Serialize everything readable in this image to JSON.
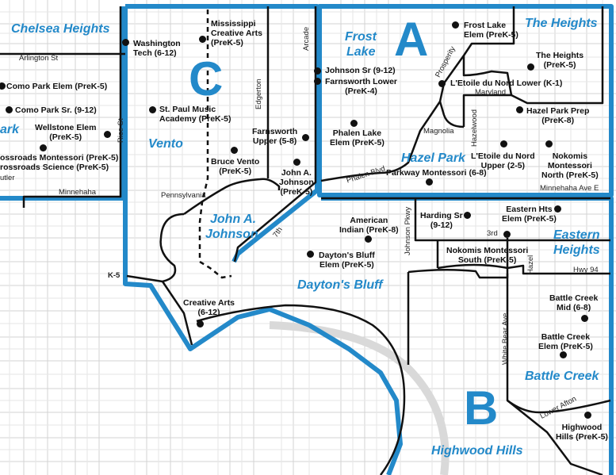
{
  "map": {
    "zone_letters": {
      "a": "A",
      "b": "B",
      "c": "C"
    },
    "neighborhoods": {
      "chelsea_heights": "Chelsea Heights",
      "frost_lake_1": "Frost",
      "frost_lake_2": "Lake",
      "the_heights": "The Heights",
      "como_park": "ark",
      "vento": "Vento",
      "hazel_park": "Hazel Park",
      "john_a_johnson_1": "John A.",
      "john_a_johnson_2": "Johnson",
      "eastern_heights_1": "Eastern",
      "eastern_heights_2": "Heights",
      "daytons_bluff": "Dayton's Bluff",
      "battle_creek": "Battle Creek",
      "highwood_hills": "Highwood Hills"
    },
    "schools": {
      "washington_tech": [
        "Washington",
        "Tech (6-12)"
      ],
      "mississippi_creative_arts": [
        "Mississippi",
        "Creative Arts",
        "(PreK-5)"
      ],
      "como_park_elem": [
        "Como Park Elem (PreK-5)"
      ],
      "como_park_sr": [
        "Como Park Sr. (9-12)"
      ],
      "wellstone_elem": [
        "Wellstone Elem",
        "(PreK-5)"
      ],
      "crossroads": [
        "ossroads Montessori (PreK-5)",
        "rossroads Science (PreK-5)"
      ],
      "st_paul_music_academy": [
        "St. Paul Music",
        "Academy (PreK-5)"
      ],
      "farnsworth_upper": [
        "Farnsworth",
        "Upper (5-8)"
      ],
      "bruce_vento": [
        "Bruce Vento",
        "(PreK-5)"
      ],
      "john_a_johnson_school": [
        "John A.",
        "Johnson",
        "(PreK-5)"
      ],
      "johnson_sr": [
        "Johnson Sr (9-12)"
      ],
      "farnsworth_lower": [
        "Farnsworth Lower",
        "(PreK-4)"
      ],
      "frost_lake_elem": [
        "Frost Lake",
        "Elem (PreK-5)"
      ],
      "the_heights_school": [
        "The Heights",
        "(PreK-5)"
      ],
      "letoile_lower": [
        "L'Etoile du Nord Lower (K-1)"
      ],
      "hazel_park_prep": [
        "Hazel Park Prep",
        "(PreK-8)"
      ],
      "phalen_lake_elem": [
        "Phalen Lake",
        "Elem (PreK-5)"
      ],
      "letoile_upper": [
        "L'Etoile du Nord",
        "Upper (2-5)"
      ],
      "nokomis_north": [
        "Nokomis",
        "Montessori",
        "North (PreK-5)"
      ],
      "parkway_montessori": [
        "Parkway Montessori (6-8)"
      ],
      "american_indian": [
        "American",
        "Indian (PreK-8)"
      ],
      "harding_sr": [
        "Harding Sr",
        "(9-12)"
      ],
      "eastern_hts_elem": [
        "Eastern Hts",
        "Elem (PreK-5)"
      ],
      "daytons_bluff_elem": [
        "Dayton's Bluff",
        "Elem (PreK-5)"
      ],
      "nokomis_south": [
        "Nokomis Montessori",
        "South (PreK-5)"
      ],
      "creative_arts": [
        "Creative Arts",
        "(6-12)"
      ],
      "battle_creek_mid": [
        "Battle Creek",
        "Mid (6-8)"
      ],
      "battle_creek_elem": [
        "Battle Creek",
        "Elem (PreK-5)"
      ],
      "highwood_hills_school": [
        "Highwood",
        "Hills (PreK-5)"
      ]
    },
    "streets": {
      "arlington": "Arlington St",
      "rice": "Rice St",
      "butler": "utler",
      "minnehaha": "Minnehaha",
      "edgerton": "Edgerton",
      "arcade": "Arcade",
      "pennsylvania": "Pennsylvania",
      "seventh": "7th",
      "prosperity": "Prosperity",
      "maryland": "Maryland",
      "magnolia": "Magnolia",
      "hazelwood": "Hazelwood",
      "phalen_blvd": "Phalen Blvd",
      "minnehaha_ave_e": "Minnehaha Ave E",
      "johnson_pkwy": "Johnson Pkwy",
      "third": "3rd",
      "hazel": "Hazel",
      "hwy_94": "Hwy 94",
      "white_bear_ave": "White Bear Ave",
      "lower_afton": "Lower Afton",
      "k5_fragment": "K-5"
    },
    "colors": {
      "zone_blue": "#2389c9",
      "highlight_blue": "#9cc9ea",
      "boundary_black": "#111111",
      "street_gray": "#d3d3d3"
    }
  }
}
